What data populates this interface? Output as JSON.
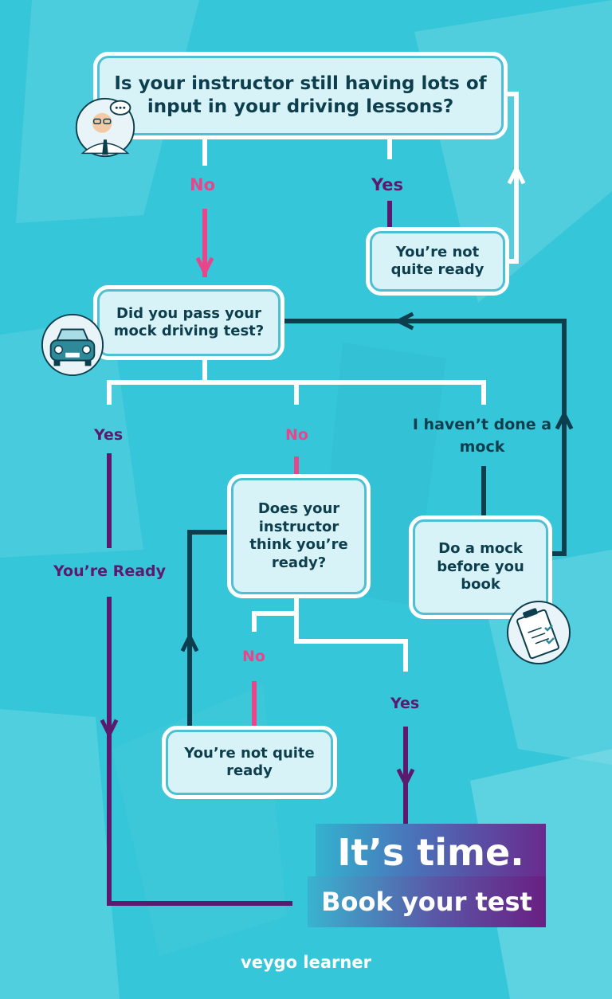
{
  "colors": {
    "background": "#36c6d9",
    "line_white": "#ffffff",
    "line_dark": "#0d3e4e",
    "line_pink": "#e8458b",
    "line_purple": "#5c1a6e",
    "box_fill": "#d7f3f7"
  },
  "boxes": {
    "q1": "Is your instructor still having lots of input in your driving lessons?",
    "not_ready_top": "You’re not quite ready",
    "q2": "Did you pass your mock driving test?",
    "q3": "Does your instructor think you’re ready?",
    "mock": "Do a mock before you book",
    "not_ready_bottom": "You’re not quite ready"
  },
  "labels": {
    "q1_no": "No",
    "q1_yes": "Yes",
    "q2_yes": "Yes",
    "q2_no": "No",
    "q2_none": "I haven’t done a mock",
    "ready": "You’re Ready",
    "q3_no": "No",
    "q3_yes": "Yes"
  },
  "cta": {
    "line1": "It’s time.",
    "line2": "Book your test"
  },
  "icons": {
    "q1": "instructor-avatar-icon",
    "q2": "car-icon",
    "mock": "clipboard-icon"
  },
  "brand": {
    "logo": "veygo learner"
  }
}
